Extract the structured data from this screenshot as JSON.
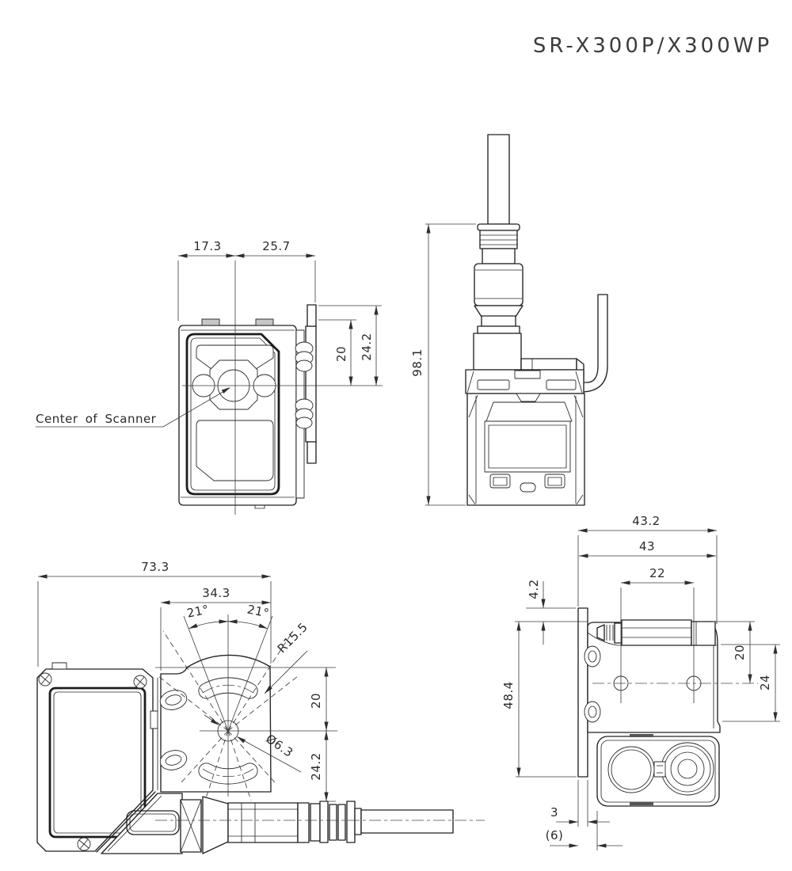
{
  "title": "SR-X300P/X300WP",
  "colors": {
    "background": "#ffffff",
    "line": "#222222",
    "dimension": "#3a3a3a"
  },
  "annotations": {
    "center_of_scanner": "Center of Scanner"
  },
  "views": {
    "front": {
      "dims": {
        "width_left": "17.3",
        "width_right": "25.7",
        "upper_height": "20",
        "total_height": "24.2"
      }
    },
    "side": {
      "dims": {
        "total_height": "98.1"
      }
    },
    "profile": {
      "dims": {
        "overall_width": "73.3",
        "bracket_width": "34.3",
        "angle_left": "21°",
        "angle_right": "21°",
        "slot_radius": "R15.5",
        "center_to_top": "20",
        "center_to_cable": "24.2",
        "hole_diameter": "Ø6.3"
      }
    },
    "rear": {
      "dims": {
        "overall_width": "43.2",
        "body_width": "43",
        "plate_offset": "4.2",
        "hole_pitch": "22",
        "plate_height": "48.4",
        "top_to_holes": "20",
        "side_height": "24",
        "plate_thickness": "3",
        "ref_gap": "(6)"
      }
    }
  }
}
